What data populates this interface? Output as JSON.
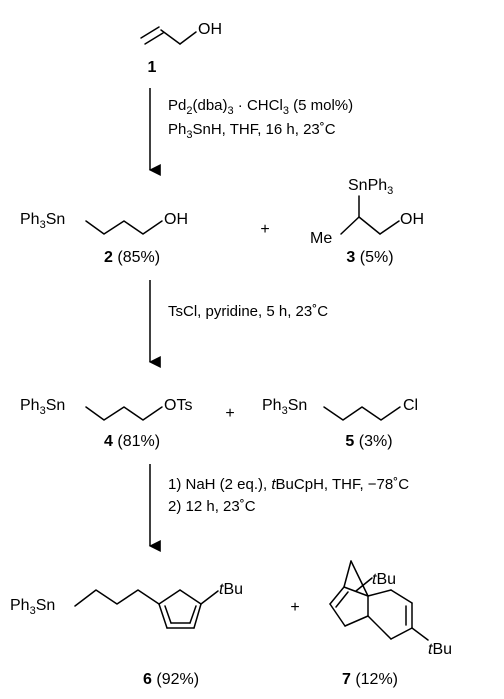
{
  "compounds": {
    "c1": {
      "number": "1",
      "oh": "OH"
    },
    "c2": {
      "ph3sn": "Ph3Sn",
      "oh": "OH",
      "number": "2",
      "yield": "(85%)"
    },
    "c3": {
      "snph3": "SnPh3",
      "me": "Me",
      "oh": "OH",
      "number": "3",
      "yield": "(5%)"
    },
    "c4": {
      "ph3sn": "Ph3Sn",
      "ots": "OTs",
      "number": "4",
      "yield": "(81%)"
    },
    "c5": {
      "ph3sn": "Ph3Sn",
      "cl": "Cl",
      "number": "5",
      "yield": "(3%)"
    },
    "c6": {
      "ph3sn": "Ph3Sn",
      "tbu": "tBu",
      "number": "6",
      "yield": "(92%)"
    },
    "c7": {
      "tbu_top": "tBu",
      "tbu_bottom": "tBu",
      "number": "7",
      "yield": "(12%)"
    }
  },
  "plus_signs": [
    "+",
    "+",
    "+"
  ],
  "steps": {
    "step1": {
      "line1": "Pd2(dba)3 · CHCl3 (5 mol%)",
      "line2": "Ph3SnH, THF, 16 h, 23˚C"
    },
    "step2": {
      "line1": "TsCl, pyridine, 5 h, 23˚C"
    },
    "step3": {
      "line1": "1) NaH (2 eq.),  tBuCpH, THF,  −78˚C",
      "line2": "2) 12 h, 23˚C"
    }
  }
}
